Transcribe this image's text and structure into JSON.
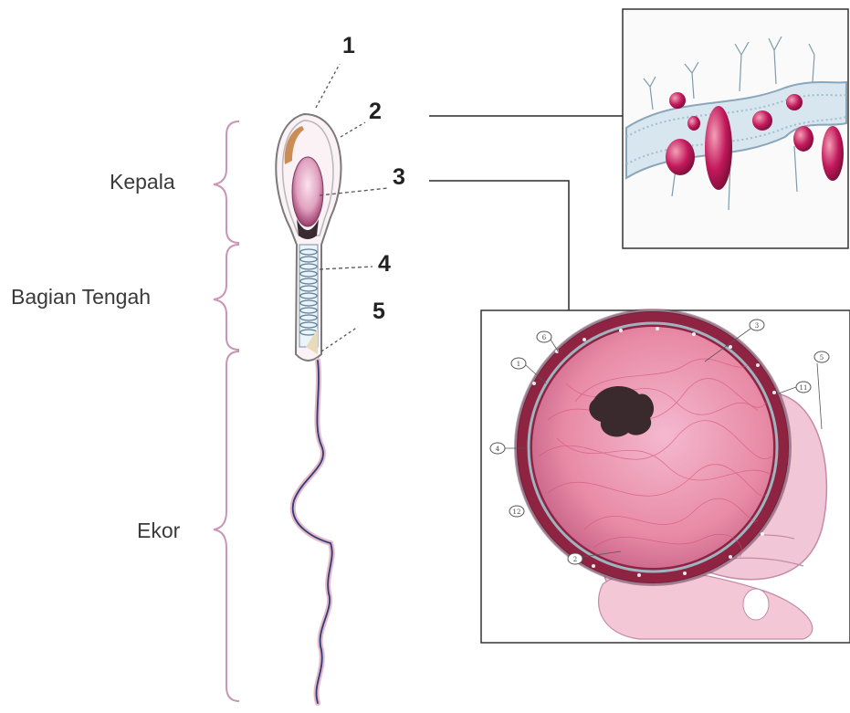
{
  "regions": {
    "head": "Kepala",
    "midpiece": "Bagian Tengah",
    "tail": "Ekor"
  },
  "part_numbers": [
    "1",
    "2",
    "3",
    "4",
    "5"
  ],
  "nucleus_inset_numbers": [
    "1",
    "2",
    "3",
    "4",
    "5",
    "6",
    "11",
    "12"
  ],
  "colors": {
    "membrane_pink": "#c2185b",
    "nucleus_pink": "#e88aa6",
    "envelope_maroon": "#8e2442",
    "brace_pink": "#c995b6",
    "tail_blue": "#2b3d7a"
  }
}
